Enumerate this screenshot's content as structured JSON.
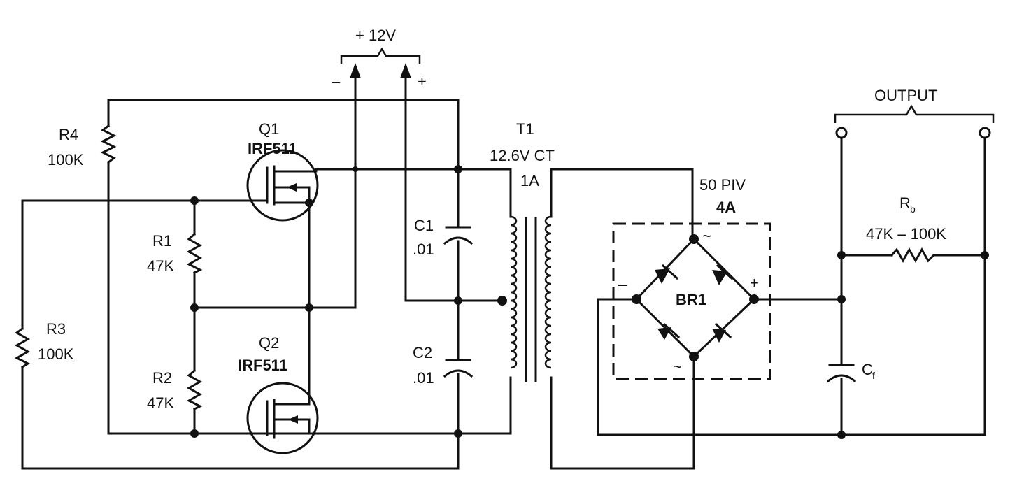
{
  "supply": {
    "label": "+ 12V",
    "minus": "–",
    "plus": "+"
  },
  "output": {
    "label": "OUTPUT"
  },
  "q1": {
    "ref": "Q1",
    "part": "IRF511"
  },
  "q2": {
    "ref": "Q2",
    "part": "IRF511"
  },
  "r4": {
    "ref": "R4",
    "value": "100K"
  },
  "r1": {
    "ref": "R1",
    "value": "47K"
  },
  "r2": {
    "ref": "R2",
    "value": "47K"
  },
  "r3": {
    "ref": "R3",
    "value": "100K"
  },
  "c1": {
    "ref": "C1",
    "value": ".01"
  },
  "c2": {
    "ref": "C2",
    "value": ".01"
  },
  "t1": {
    "ref": "T1",
    "rating": "12.6V CT",
    "current": "1A"
  },
  "br1": {
    "ref": "BR1",
    "rating": "50 PIV",
    "current": "4A",
    "minus": "–",
    "plus": "+",
    "ac_top": "~",
    "ac_bottom": "~"
  },
  "rb": {
    "ref": "R",
    "sub": "b",
    "value": "47K – 100K"
  },
  "cf": {
    "ref": "C",
    "sub": "f"
  }
}
